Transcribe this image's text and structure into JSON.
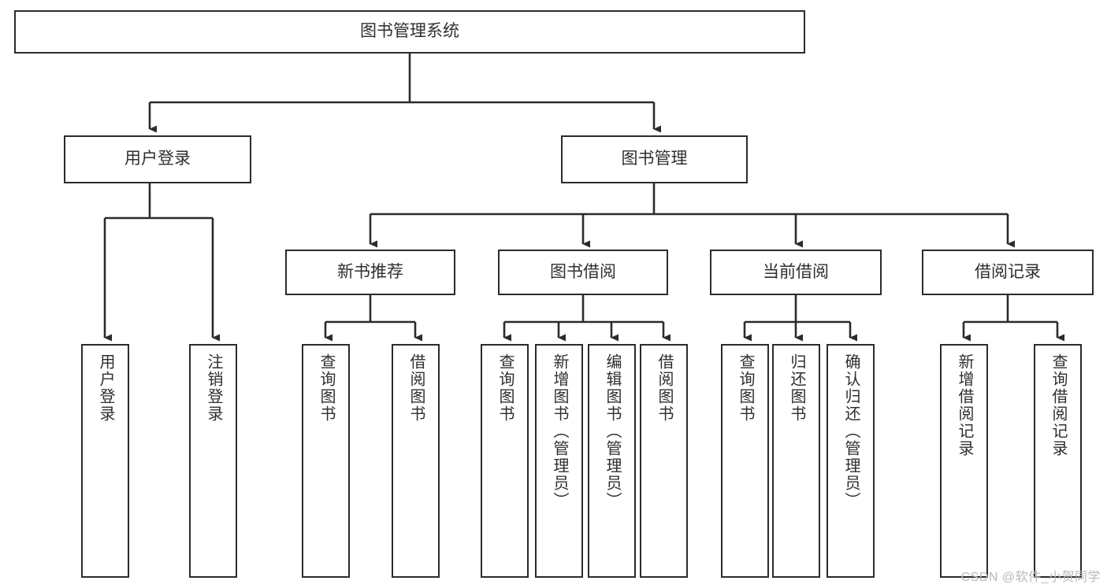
{
  "diagram": {
    "title": "图书管理系统",
    "watermark": "CSDN @软件_小贺同学",
    "stroke_color": "#2b2b2b",
    "text_color": "#2f2f2f",
    "background_color": "#ffffff",
    "nodes": {
      "root": {
        "label": "图书管理系统"
      },
      "level2": [
        {
          "id": "user-login",
          "label": "用户登录"
        },
        {
          "id": "book-manage",
          "label": "图书管理"
        }
      ],
      "level3": [
        {
          "id": "new-book-recommend",
          "label": "新书推荐"
        },
        {
          "id": "book-borrow",
          "label": "图书借阅"
        },
        {
          "id": "current-borrow",
          "label": "当前借阅"
        },
        {
          "id": "borrow-record",
          "label": "借阅记录"
        }
      ],
      "leaves": {
        "user-login": [
          {
            "id": "leaf-user-login",
            "label": "用户登录"
          },
          {
            "id": "leaf-logout-login",
            "label": "注销登录"
          }
        ],
        "new-book-recommend": [
          {
            "id": "leaf-query-book-1",
            "label": "查询图书"
          },
          {
            "id": "leaf-borrow-book-1",
            "label": "借阅图书"
          }
        ],
        "book-borrow": [
          {
            "id": "leaf-query-book-2",
            "label": "查询图书"
          },
          {
            "id": "leaf-add-book-admin",
            "label": "新增图书（管理员）"
          },
          {
            "id": "leaf-edit-book-admin",
            "label": "编辑图书（管理员）"
          },
          {
            "id": "leaf-borrow-book-2",
            "label": "借阅图书"
          }
        ],
        "current-borrow": [
          {
            "id": "leaf-query-book-3",
            "label": "查询图书"
          },
          {
            "id": "leaf-return-book",
            "label": "归还图书"
          },
          {
            "id": "leaf-confirm-return-admin",
            "label": "确认归还（管理员）"
          }
        ],
        "borrow-record": [
          {
            "id": "leaf-add-borrow-record",
            "label": "新增借阅记录"
          },
          {
            "id": "leaf-query-borrow-record",
            "label": "查询借阅记录"
          }
        ]
      }
    }
  }
}
